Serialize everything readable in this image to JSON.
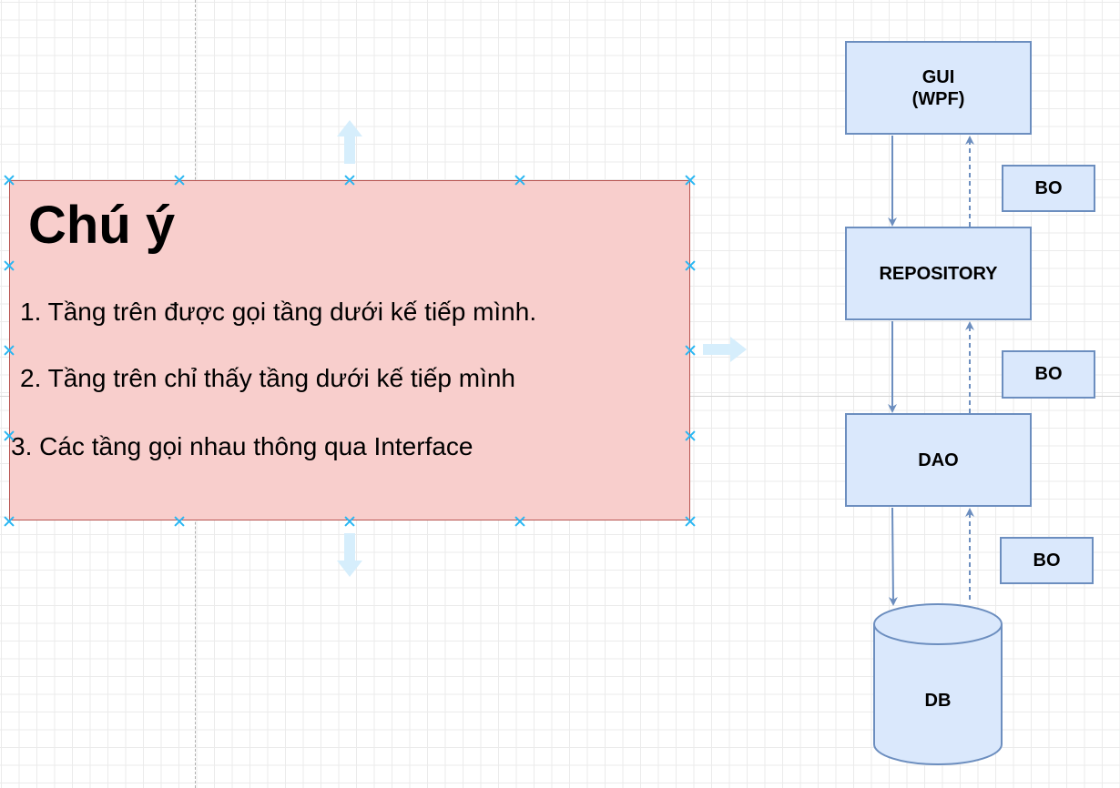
{
  "note": {
    "title": "Chú ý",
    "lines": [
      "1. Tầng trên được gọi tầng dưới kế tiếp mình.",
      "2. Tầng trên chỉ thấy tầng dưới kế tiếp mình",
      "3. Các tầng gọi nhau thông qua Interface"
    ]
  },
  "layers": {
    "gui": {
      "line1": "GUI",
      "line2": "(WPF)"
    },
    "repository": "REPOSITORY",
    "dao": "DAO",
    "db": "DB"
  },
  "bo_labels": [
    "BO",
    "BO",
    "BO"
  ],
  "colors": {
    "note_fill": "#f8cecc",
    "note_stroke": "#b85450",
    "box_fill": "#dae8fc",
    "box_stroke": "#6c8ebf",
    "handle": "#29b6f2"
  }
}
